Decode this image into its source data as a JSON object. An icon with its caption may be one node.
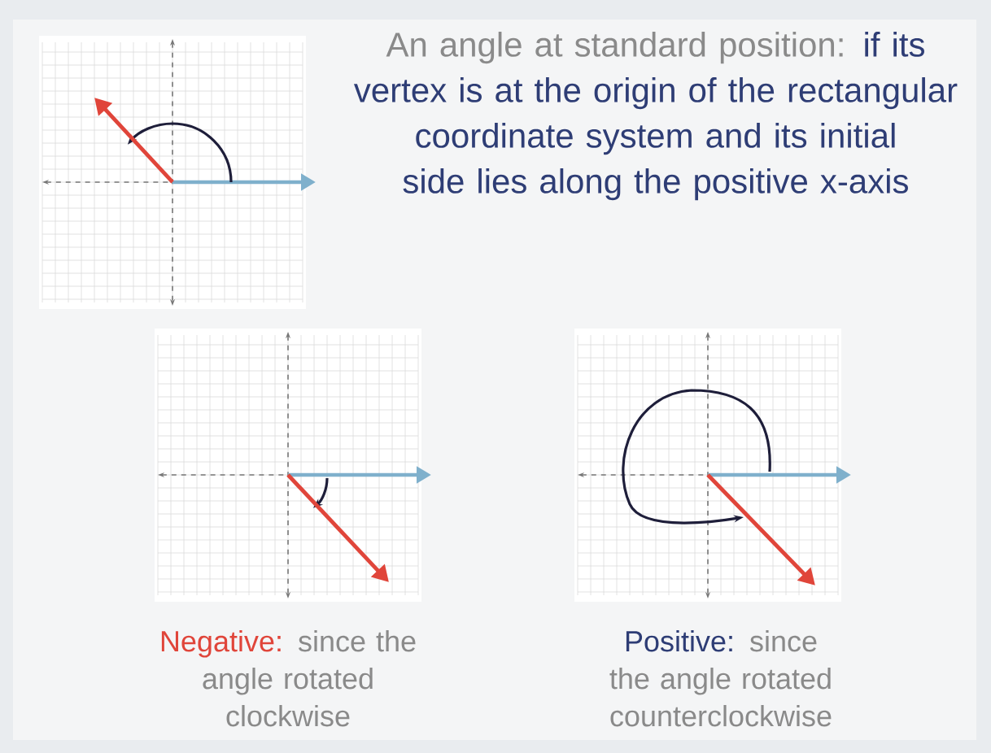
{
  "diagram": {
    "labels": [
      "An angle at standard position:",
      "if its vertex is at the origin of the rectangular coordinate system and its initial side lies along the positive x-axis",
      "Negative:",
      "since the angle rotated clockwise",
      "Positive:",
      "since the angle rotated counterclockwise"
    ]
  }
}
